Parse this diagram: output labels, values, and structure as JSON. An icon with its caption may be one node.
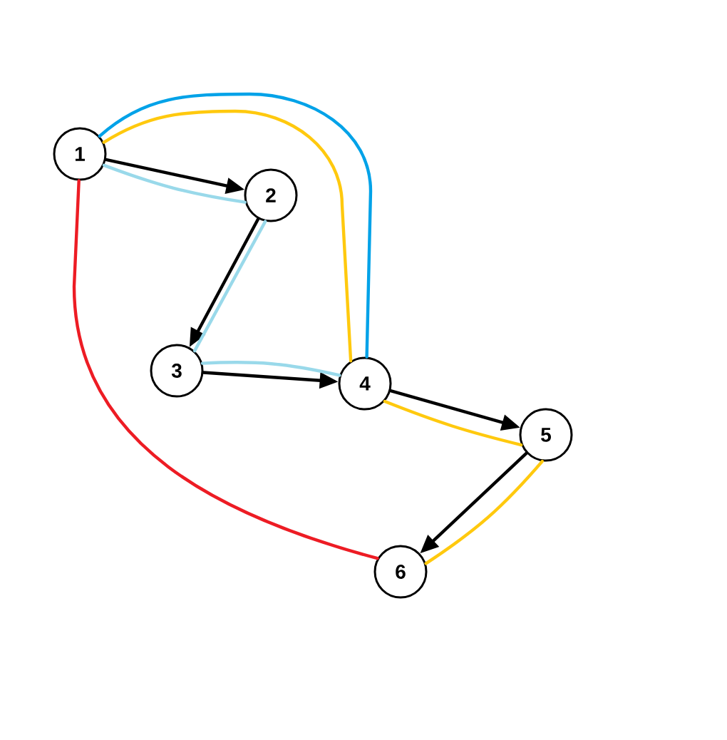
{
  "diagram": {
    "nodes": [
      {
        "text": [
          "1"
        ]
      },
      {
        "text": [
          "2"
        ]
      },
      {
        "text": [
          "3"
        ]
      },
      {
        "text": [
          "4"
        ]
      },
      {
        "text": [
          "5"
        ]
      },
      {
        "text": [
          "6"
        ]
      }
    ],
    "edges": [
      {
        "from": 0,
        "to": 1,
        "arrow": "to"
      },
      {
        "from": 1,
        "to": 2,
        "arrow": "to"
      },
      {
        "from": 2,
        "to": 3,
        "arrow": "to"
      },
      {
        "from": 3,
        "to": 4,
        "arrow": "to"
      },
      {
        "from": 4,
        "to": 5,
        "arrow": "to"
      },
      {
        "from": 0,
        "to": 1,
        "arrow": "none",
        "color": "#99d9ea"
      },
      {
        "from": 1,
        "to": 2,
        "arrow": "none",
        "color": "#99d9ea"
      },
      {
        "from": 2,
        "to": 3,
        "arrow": "none",
        "color": "#99d9ea"
      },
      {
        "from": 0,
        "to": 3,
        "arrow": "none",
        "color": "#00a2e8"
      },
      {
        "from": 0,
        "to": 3,
        "arrow": "none",
        "color": "#ffc90e"
      },
      {
        "from": 3,
        "to": 4,
        "arrow": "none",
        "color": "#ffc90e"
      },
      {
        "from": 4,
        "to": 5,
        "arrow": "none",
        "color": "#ffc90e"
      },
      {
        "from": 0,
        "to": 5,
        "arrow": "none",
        "color": "#ed1c24"
      }
    ]
  }
}
